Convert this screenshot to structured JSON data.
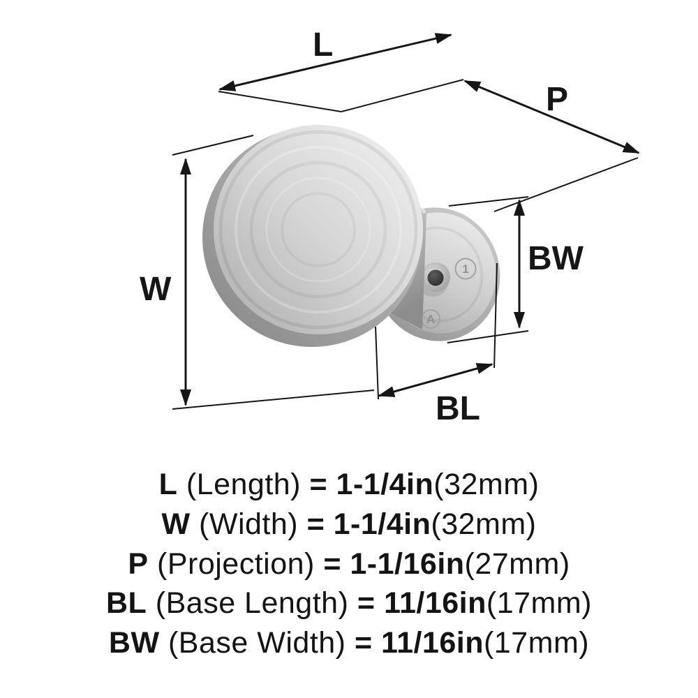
{
  "diagram": {
    "labels": {
      "L": "L",
      "W": "W",
      "P": "P",
      "BW": "BW",
      "BL": "BL"
    },
    "base_markings": {
      "circle_number": "1",
      "logo_letter": "A"
    },
    "colors": {
      "line": "#161616",
      "metal_light": "#f3f3f3",
      "metal_mid": "#c6c6c6",
      "metal_dark": "#8a8a8a",
      "screw_hole": "#3a3a3a",
      "background": "#ffffff"
    }
  },
  "specs": [
    {
      "code": "L",
      "name": "(Length)",
      "equals": "=",
      "value": "1-1/4in",
      "metric": "(32mm)"
    },
    {
      "code": "W",
      "name": "(Width)",
      "equals": "=",
      "value": "1-1/4in",
      "metric": "(32mm)"
    },
    {
      "code": "P",
      "name": "(Projection)",
      "equals": "=",
      "value": "1-1/16in",
      "metric": "(27mm)"
    },
    {
      "code": "BL",
      "name": "(Base Length)",
      "equals": "=",
      "value": "11/16in",
      "metric": "(17mm)"
    },
    {
      "code": "BW",
      "name": "(Base Width)",
      "equals": "=",
      "value": "11/16in",
      "metric": "(17mm)"
    }
  ]
}
